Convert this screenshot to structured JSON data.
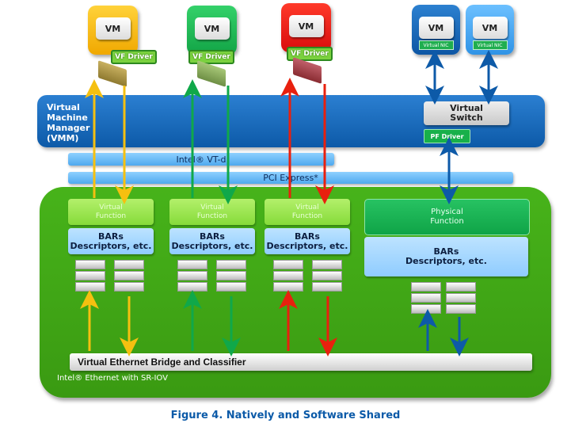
{
  "colors": {
    "yellow": "#f5c010",
    "green": "#10a84a",
    "red": "#e8200e",
    "blue_dark": "#0d5aa8",
    "blue_light": "#3aa0ec",
    "board_green": "#40a815",
    "caption_blue": "#0b5aa8"
  },
  "vms": [
    {
      "label": "VM",
      "driver": "VF Driver",
      "color": "yellow"
    },
    {
      "label": "VM",
      "driver": "VF Driver",
      "color": "green"
    },
    {
      "label": "VM",
      "driver": "VF Driver",
      "color": "red"
    },
    {
      "label": "VM",
      "driver": "Virtual NIC",
      "color": "blue_dark"
    },
    {
      "label": "VM",
      "driver": "Virtual NIC",
      "color": "blue_light"
    }
  ],
  "vmm": {
    "label_lines": [
      "Virtual",
      "Machine",
      "Manager",
      "(VMM)"
    ],
    "virtual_switch": "Virtual Switch",
    "pf_driver": "PF Driver"
  },
  "vtd_label": "Intel® VT-d",
  "pcie_label": "PCI Express*",
  "functions": [
    {
      "type": "Virtual Function",
      "bars": [
        "BARs",
        "Descriptors, etc."
      ]
    },
    {
      "type": "Virtual Function",
      "bars": [
        "BARs",
        "Descriptors, etc."
      ]
    },
    {
      "type": "Virtual Function",
      "bars": [
        "BARs",
        "Descriptors, etc."
      ]
    },
    {
      "type": "Physical Function",
      "bars": [
        "BARs",
        "Descriptors, etc."
      ]
    }
  ],
  "function_lines": {
    "vf": [
      "Virtual",
      "Function"
    ],
    "pf": [
      "Physical",
      "Function"
    ]
  },
  "bridge_label": "Virtual Ethernet Bridge and Classifier",
  "board_label": "Intel® Ethernet with SR-IOV",
  "caption": "Figure 4. Natively and Software Shared"
}
